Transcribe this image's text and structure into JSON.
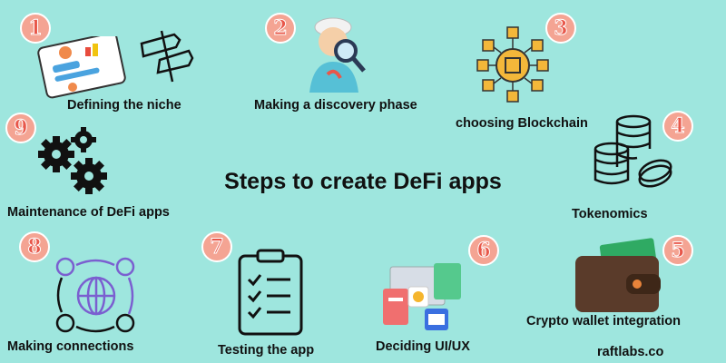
{
  "title": "Steps to create DeFi apps",
  "footer": "raftlabs.co",
  "steps": [
    {
      "number": "1",
      "label": "Defining the niche",
      "icon": "monitor-chart-icon"
    },
    {
      "number": "2",
      "label": "Making a discovery phase",
      "icon": "magnifier-person-icon"
    },
    {
      "number": "3",
      "label": "choosing Blockchain",
      "icon": "blockchain-icon"
    },
    {
      "number": "4",
      "label": "Tokenomics",
      "icon": "coin-stack-icon"
    },
    {
      "number": "5",
      "label": "Crypto wallet integration",
      "icon": "wallet-icon"
    },
    {
      "number": "6",
      "label": "Deciding UI/UX",
      "icon": "ui-ux-screens-icon"
    },
    {
      "number": "7",
      "label": "Testing the app",
      "icon": "checklist-icon"
    },
    {
      "number": "8",
      "label": "Making connections",
      "icon": "network-globe-icon"
    },
    {
      "number": "9",
      "label": "Maintenance of DeFi apps",
      "icon": "gears-icon"
    }
  ],
  "colors": {
    "background": "#9ee6de",
    "badge": "#f4a493",
    "badge_text": "#e8574a"
  }
}
